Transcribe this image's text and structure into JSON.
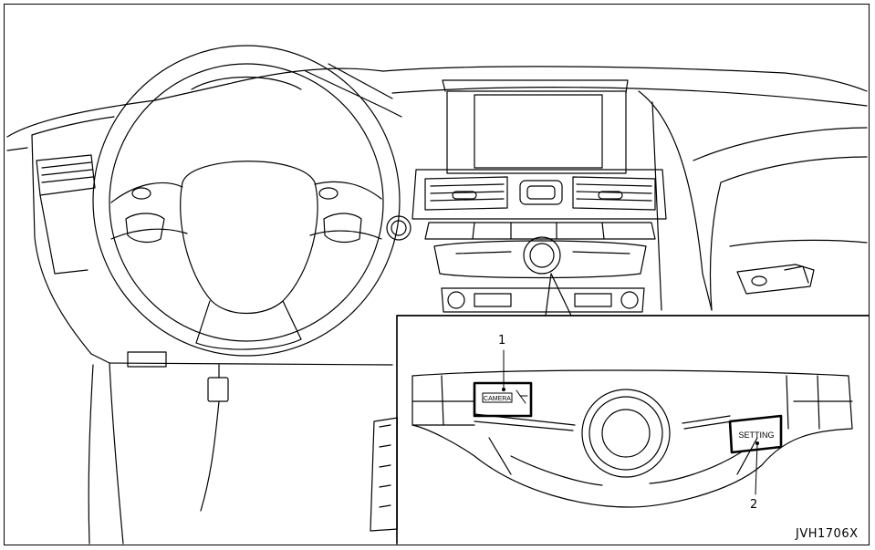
{
  "diagram": {
    "callouts": [
      {
        "id": "1",
        "label": "1",
        "button": "CAMERA"
      },
      {
        "id": "2",
        "label": "2",
        "button": "SETTING"
      }
    ],
    "figure_code": "JVH1706X"
  },
  "colors": {
    "line": "#000000",
    "background": "#ffffff"
  }
}
